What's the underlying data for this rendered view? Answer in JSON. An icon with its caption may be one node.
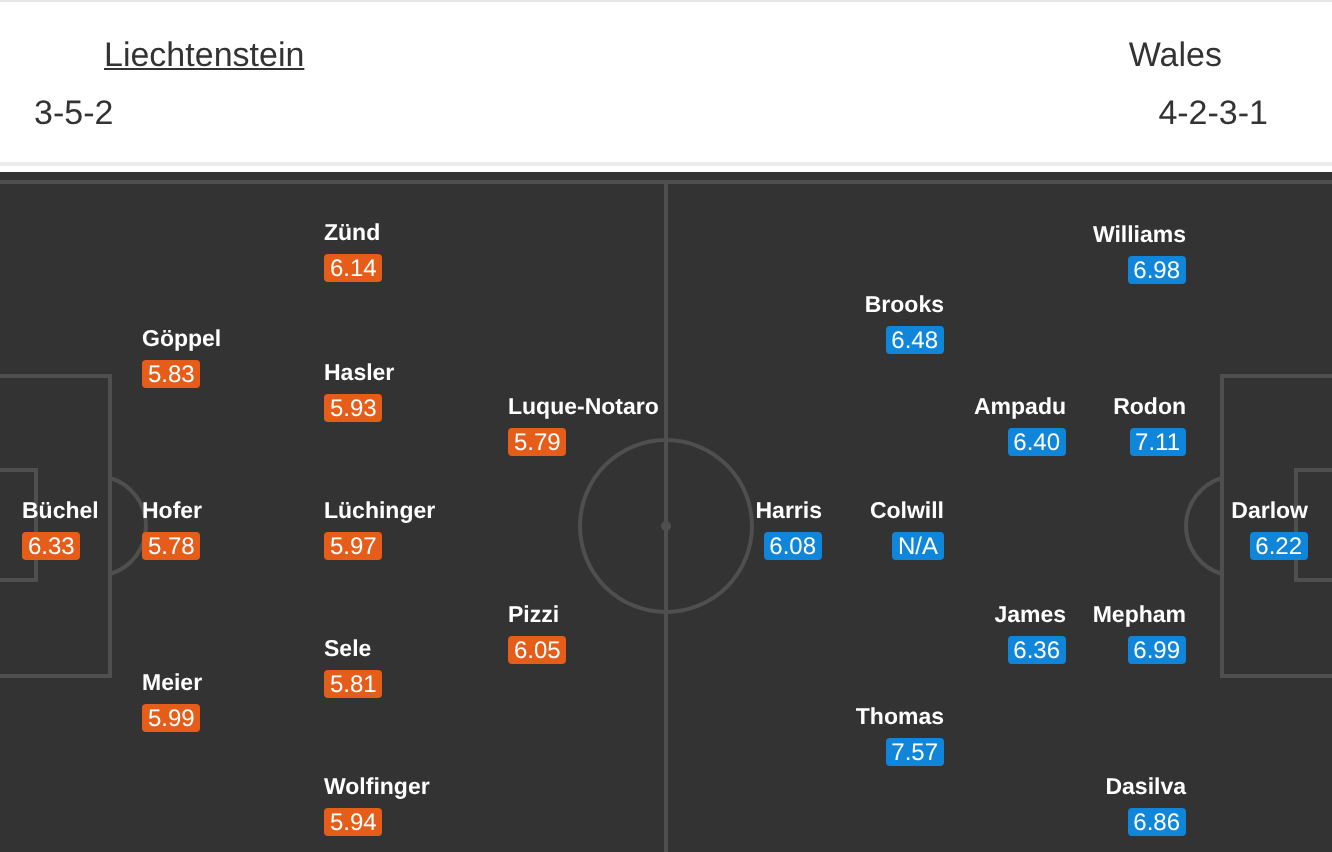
{
  "diagram": {
    "nodes": [
      {
        "text": [
          "Zünd",
          "6.14"
        ]
      },
      {
        "text": [
          "Göppel",
          "5.83"
        ]
      },
      {
        "text": [
          "Hasler",
          "5.93"
        ]
      },
      {
        "text": [
          "Luque-Notaro",
          "5.79"
        ]
      },
      {
        "text": [
          "Büchel",
          "6.33"
        ]
      },
      {
        "text": [
          "Hofer",
          "5.78"
        ]
      },
      {
        "text": [
          "Lüchinger",
          "5.97"
        ]
      },
      {
        "text": [
          "Pizzi",
          "6.05"
        ]
      },
      {
        "text": [
          "Sele",
          "5.81"
        ]
      },
      {
        "text": [
          "Meier",
          "5.99"
        ]
      },
      {
        "text": [
          "Wolfinger",
          "5.94"
        ]
      },
      {
        "text": [
          "Williams",
          "6.98"
        ]
      },
      {
        "text": [
          "Brooks",
          "6.48"
        ]
      },
      {
        "text": [
          "Ampadu",
          "6.40"
        ]
      },
      {
        "text": [
          "Rodon",
          "7.11"
        ]
      },
      {
        "text": [
          "Harris",
          "6.08"
        ]
      },
      {
        "text": [
          "Colwill",
          "N/A"
        ]
      },
      {
        "text": [
          "Darlow",
          "6.22"
        ]
      },
      {
        "text": [
          "James",
          "6.36"
        ]
      },
      {
        "text": [
          "Mepham",
          "6.99"
        ]
      },
      {
        "text": [
          "Thomas",
          "7.57"
        ]
      },
      {
        "text": [
          "Dasilva",
          "6.86"
        ]
      }
    ],
    "labels": [
      "Liechtenstein",
      "Wales",
      "3-5-2",
      "4-2-3-1"
    ]
  }
}
